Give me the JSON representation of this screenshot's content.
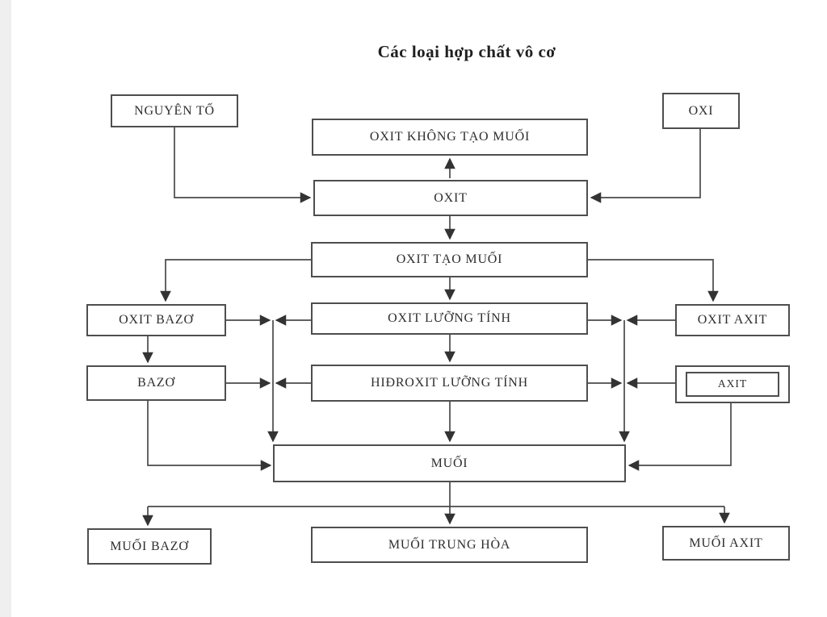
{
  "title": "Các loại hợp chất vô cơ",
  "nodes": {
    "nguyen_to": "NGUYÊN TỐ",
    "oxi": "OXI",
    "oxit_khong_tao_muoi": "OXIT KHÔNG TẠO MUỐI",
    "oxit": "OXIT",
    "oxit_tao_muoi": "OXIT TẠO MUỐI",
    "oxit_bazo": "OXIT BAZƠ",
    "oxit_luong_tinh": "OXIT LƯỠNG TÍNH",
    "oxit_axit": "OXIT AXIT",
    "bazo": "BAZƠ",
    "hidroxit_luong_tinh": "HIĐROXIT LƯỠNG TÍNH",
    "axit": "AXIT",
    "muoi": "MUỐI",
    "muoi_bazo": "MUỐI BAZƠ",
    "muoi_trung_hoa": "MUỐI TRUNG HÒA",
    "muoi_axit": "MUỐI AXIT"
  },
  "colors": {
    "line": "#4a4a4a",
    "text": "#2e2e2e",
    "box_border": "#4e4e4e",
    "background": "#ffffff",
    "edge_strip": "#efefef"
  }
}
